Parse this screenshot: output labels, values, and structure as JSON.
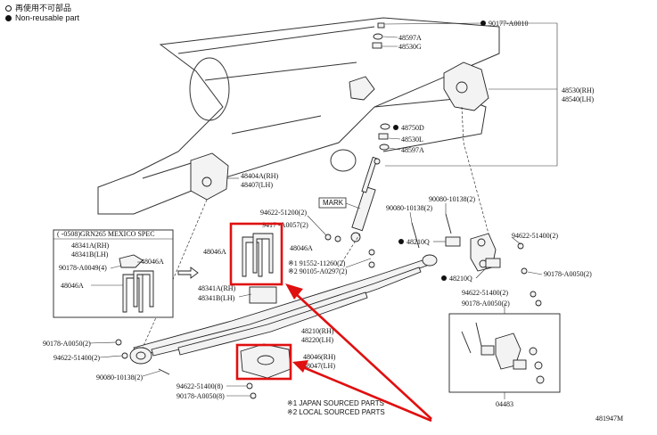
{
  "legend": {
    "reusable_jp": "再使用不可部品",
    "nonreusable": "Non-reusable part"
  },
  "labels": {
    "p90177": "90177-A0010",
    "p48597a_top": "48597A",
    "p48530g": "48530G",
    "p48530rh": "48530(RH)",
    "p48540lh": "48540(LH)",
    "p48750d": "48750D",
    "p48530l": "48530L",
    "p48597a_mid": "48597A",
    "p48404a": "48404A(RH)",
    "p48407": "48407(LH)",
    "mark": "MARK",
    "p94622_a": "94622-51200(2)",
    "p9417_a": "9417 -A0057(2)",
    "p90080_a": "90080-10138(2)",
    "p90080_b": "90080-10138(2)",
    "p94622_b": "94622-51400(2)",
    "p48210q_a": "48210Q",
    "p48210q_b": "48210Q",
    "p90178_a": "90178-A0050(2)",
    "p94622_c": "94622-51400(2)",
    "p90178_b": "90178-A0050(2)",
    "p48046a_l": "48046A",
    "p48046a_r": "48046A",
    "p91552": "※1 91552-11260(2)",
    "p90105": "※2 90105-A0297(2)",
    "p48341a_rh": "48341A(RH)",
    "p48341b_lh": "48341B(LH)",
    "p48210rh": "48210(RH)",
    "p48220lh": "48220(LH)",
    "p48046rh": "48046(RH)",
    "p48047lh": "48047(LH)",
    "p90178_c": "90178-A0050(2)",
    "p94622_d": "94622-51400(2)",
    "p90080_c": "90080-10138(2)",
    "p94622_e": "94622-51400(8)",
    "p90178_d": "90178-A0050(8)",
    "note1": "※1  JAPAN SOURCED PARTS",
    "note2": "※2  LOCAL SOURCED PARTS",
    "p04483": "04483",
    "fig_no": "481947M"
  },
  "inset": {
    "title": "( -0508)GRN265 MEXICO SPEC",
    "p48341a_rh": "48341A(RH)",
    "p48341b_lh": "48341B(LH)",
    "p90178": "90178-A0049(4)",
    "p48046a_top": "48046A",
    "p48046a_left": "48046A"
  },
  "colors": {
    "highlight": "#e01010",
    "line": "#222222",
    "nonreusable_dot": "#111111"
  }
}
